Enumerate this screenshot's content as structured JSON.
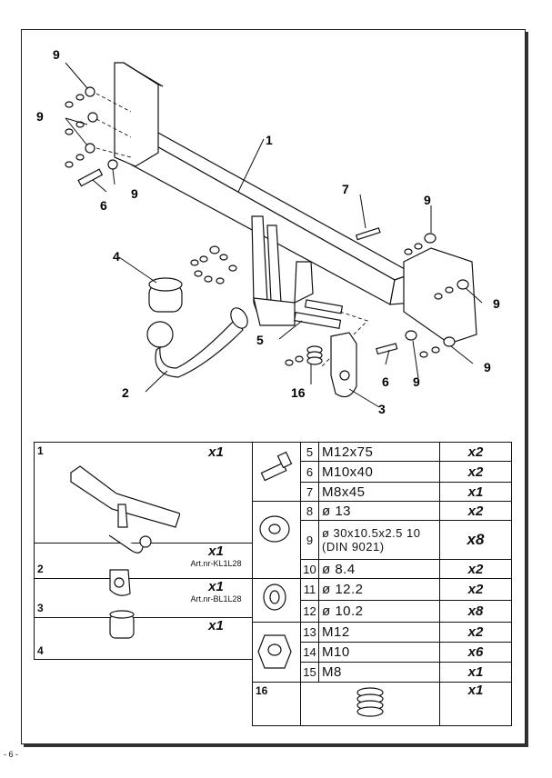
{
  "callouts": [
    "9",
    "9",
    "9",
    "1",
    "6",
    "7",
    "9",
    "9",
    "4",
    "9",
    "9",
    "5",
    "6",
    "2",
    "16",
    "3"
  ],
  "left_table": [
    {
      "no": "1",
      "qty": "x1",
      "art": ""
    },
    {
      "no": "2",
      "qty": "x1",
      "art": "Art.nr-KL1L28"
    },
    {
      "no": "3",
      "qty": "x1",
      "art": "Art.nr-BL1L28"
    },
    {
      "no": "4",
      "qty": "x1",
      "art": ""
    }
  ],
  "right_table": [
    {
      "no": "5",
      "spec": "M12x75",
      "qty": "x2"
    },
    {
      "no": "6",
      "spec": "M10x40",
      "qty": "x2"
    },
    {
      "no": "7",
      "spec": "M8x45",
      "qty": "x1"
    },
    {
      "no": "8",
      "spec": "ø 13",
      "qty": "x2"
    },
    {
      "no": "9",
      "spec": "ø 30x10.5x2.5 10  (DIN 9021)",
      "qty": "x8"
    },
    {
      "no": "10",
      "spec": "ø 8.4",
      "qty": "x2"
    },
    {
      "no": "11",
      "spec": "ø 12.2",
      "qty": "x2"
    },
    {
      "no": "12",
      "spec": "ø 10.2",
      "qty": "x8"
    },
    {
      "no": "13",
      "spec": "M12",
      "qty": "x2"
    },
    {
      "no": "14",
      "spec": "M10",
      "qty": "x6"
    },
    {
      "no": "15",
      "spec": "M8",
      "qty": "x1"
    },
    {
      "no": "16",
      "spec": "",
      "qty": "x1"
    }
  ],
  "page_number": "- 6 -"
}
